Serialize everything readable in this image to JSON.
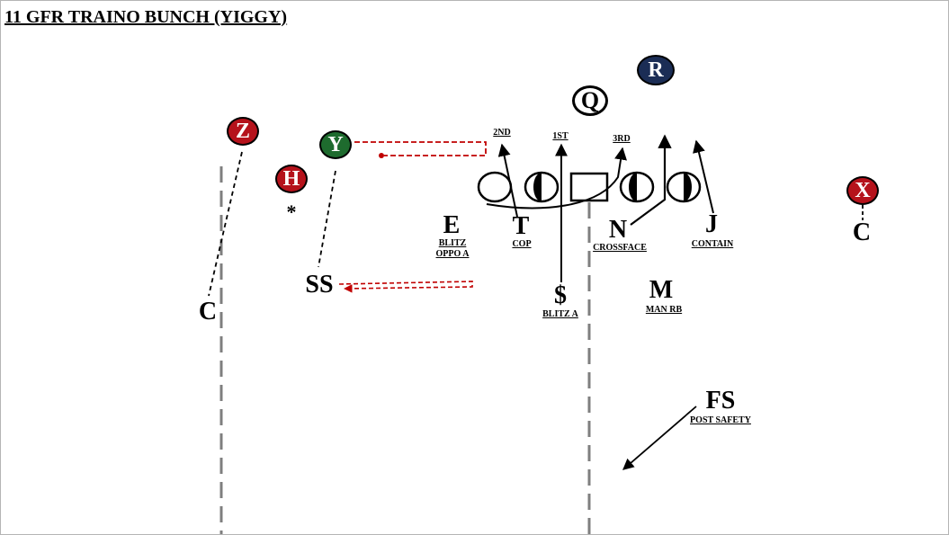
{
  "title": "11 GFR TRAINO BUNCH (YIGGY)",
  "colors": {
    "z": "#b5121b",
    "h": "#b5121b",
    "x": "#b5121b",
    "y": "#1e6b2e",
    "r": "#1b2d55",
    "motion": "#c00000"
  },
  "offense": {
    "z": "Z",
    "h": "H",
    "h_mark": "*",
    "y": "Y",
    "q": "Q",
    "r": "R",
    "x": "X"
  },
  "defense": {
    "c_left": "C",
    "c_right": "C",
    "ss": "SS",
    "e": {
      "label": "E",
      "note": [
        "BLITZ",
        "OPPO A"
      ]
    },
    "t": {
      "label": "T",
      "note": "COP"
    },
    "dollar": {
      "label": "$",
      "note": "BLITZ A"
    },
    "n": {
      "label": "N",
      "note": "CROSSFACE"
    },
    "j": {
      "label": "J",
      "note": "CONTAIN"
    },
    "m": {
      "label": "M",
      "note": "MAN RB"
    },
    "fs": {
      "label": "FS",
      "note": "POST SAFETY"
    }
  },
  "gap_labels": {
    "second": "2ND",
    "first": "1ST",
    "third": "3RD"
  }
}
